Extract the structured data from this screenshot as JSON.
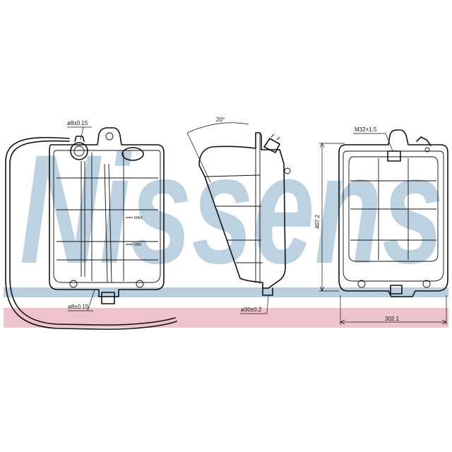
{
  "watermark": {
    "brand": "Nissens",
    "band_colors": {
      "blue": "#a7c3d8",
      "pink": "#eec3cd"
    }
  },
  "labels": {
    "diam_top": "ø8±0.15",
    "diam_bottom": "ø8±0.15",
    "diam_side": "ø30±0.2",
    "angle": "20°",
    "thread": "M32×1.5",
    "max": "MAX",
    "min": "MIN",
    "height": "407.2",
    "width": "302.1"
  }
}
